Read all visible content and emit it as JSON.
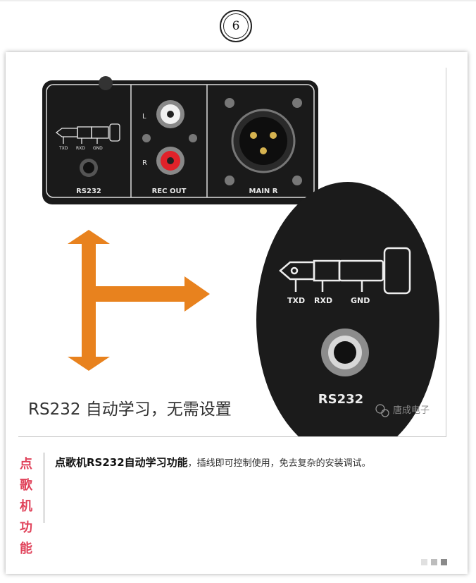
{
  "step_number": "6",
  "panel": {
    "rs232_label": "RS232",
    "rec_out_label": "REC OUT",
    "main_r_label": "MAIN R",
    "channel_l": "L",
    "channel_r": "R",
    "txd": "TXD",
    "rxd": "RXD",
    "gnd": "GND"
  },
  "zoom": {
    "txd": "TXD",
    "rxd": "RXD",
    "gnd": "GND",
    "rs232_label": "RS232"
  },
  "caption": "RS232 自动学习，无需设置",
  "watermark": "唐成电子",
  "side_label": [
    "点",
    "歌",
    "机",
    "功",
    "能"
  ],
  "description": {
    "title": "点歌机RS232自动学习功能",
    "body": "，插线即可控制使用，免去复杂的安装调试。"
  },
  "colors": {
    "accent": "#e0425a",
    "arrow": "#e8821e",
    "panel": "#1a1a1a"
  },
  "pager_dots": [
    "#e0e0e0",
    "#bdbdbd",
    "#8a8a8a"
  ]
}
